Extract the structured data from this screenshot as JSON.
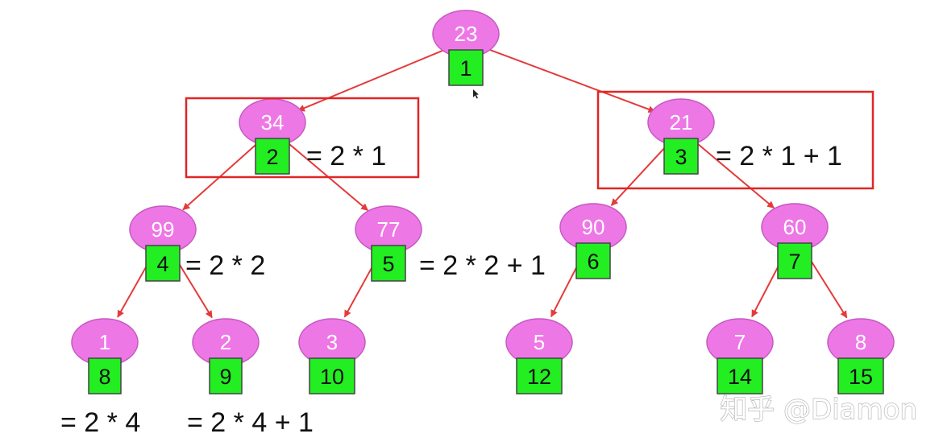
{
  "nodes": [
    {
      "id": "n1",
      "value": "23",
      "index": "1"
    },
    {
      "id": "n2",
      "value": "34",
      "index": "2"
    },
    {
      "id": "n3",
      "value": "21",
      "index": "3"
    },
    {
      "id": "n4",
      "value": "99",
      "index": "4"
    },
    {
      "id": "n5",
      "value": "77",
      "index": "5"
    },
    {
      "id": "n6",
      "value": "90",
      "index": "6"
    },
    {
      "id": "n7",
      "value": "60",
      "index": "7"
    },
    {
      "id": "n8",
      "value": "1",
      "index": "8"
    },
    {
      "id": "n9",
      "value": "2",
      "index": "9"
    },
    {
      "id": "n10",
      "value": "3",
      "index": "10"
    },
    {
      "id": "n12",
      "value": "5",
      "index": "12"
    },
    {
      "id": "n14",
      "value": "7",
      "index": "14"
    },
    {
      "id": "n15",
      "value": "8",
      "index": "15"
    }
  ],
  "edges": [
    {
      "from": "n1",
      "to": "n2"
    },
    {
      "from": "n1",
      "to": "n3"
    },
    {
      "from": "n2",
      "to": "n4"
    },
    {
      "from": "n2",
      "to": "n5"
    },
    {
      "from": "n3",
      "to": "n6"
    },
    {
      "from": "n3",
      "to": "n7"
    },
    {
      "from": "n4",
      "to": "n8"
    },
    {
      "from": "n4",
      "to": "n9"
    },
    {
      "from": "n5",
      "to": "n10"
    },
    {
      "from": "n6",
      "to": "n12"
    },
    {
      "from": "n7",
      "to": "n14"
    },
    {
      "from": "n7",
      "to": "n15"
    }
  ],
  "formulas": {
    "node2": "= 2 * 1",
    "node3": "= 2 * 1 + 1",
    "node4": "= 2 * 2",
    "node5": "= 2 * 2 + 1",
    "node8": "= 2 * 4",
    "node9": "= 2 * 4 + 1"
  },
  "highlight_boxes": [
    "n2",
    "n3"
  ],
  "watermark": "知乎 @Diamon",
  "colors": {
    "node_fill": "#ee77e6",
    "node_stroke": "#c45ac0",
    "index_fill": "#22ee22",
    "index_stroke": "#444444",
    "edge": "#e53a3a",
    "highlight": "#e02525"
  }
}
